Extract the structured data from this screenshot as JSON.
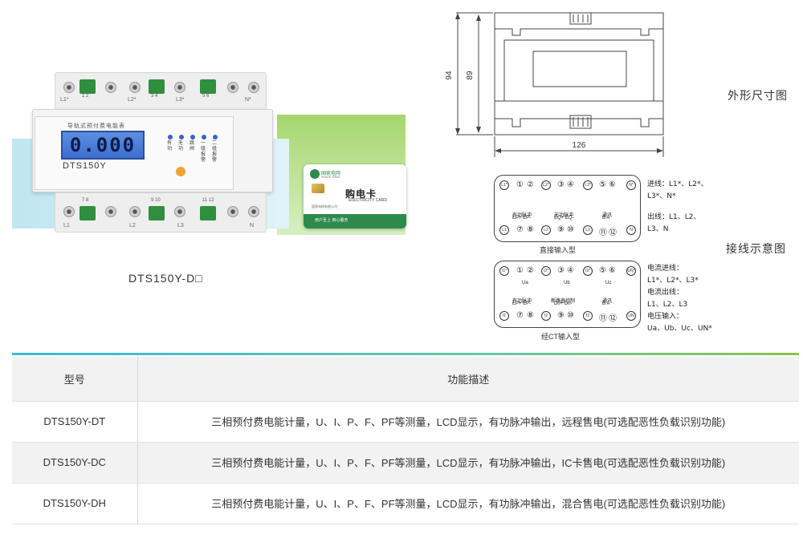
{
  "product": {
    "meter_title": "导轨式预付费电能表",
    "lcd": "0.000",
    "model_tag": "DTS150Y",
    "caption": "DTS150Y-D□",
    "top_terminals": [
      "L1*",
      "L2*",
      "L3*",
      "N*"
    ],
    "top_numbers": [
      "1 2",
      "3 4",
      "5 6"
    ],
    "bottom_terminals": [
      "L1",
      "L2",
      "L3",
      "N"
    ],
    "bottom_numbers": [
      "7 8",
      "9 10",
      "11 12"
    ],
    "leds": [
      "有功",
      "无功",
      "跳闸",
      "一级报警",
      "二级报警"
    ],
    "card": {
      "brand": "国家电网",
      "brand_en": "STATE GRID",
      "name": "购电卡",
      "name_en": "ELECTRICITY CARD",
      "small": "国家电网有限公司",
      "band": "用户至上  用心服务"
    }
  },
  "dimension": {
    "title": "外形尺寸图",
    "height_outer": "94",
    "height_inner": "89",
    "width": "126"
  },
  "wiring": {
    "title": "接线示意图",
    "direct": {
      "caption": "直接输入型",
      "top_cells": [
        "L1*",
        "①",
        "②",
        "L2*",
        "③",
        "④",
        "L3*",
        "⑤",
        "⑥",
        "N*"
      ],
      "labels": [
        {
          "top": "有功脉冲",
          "sub": "EP+ EP-"
        },
        {
          "top": "无功脉冲",
          "sub": "EQ+ EQ-"
        },
        {
          "top": "通讯",
          "sub": "B   A"
        }
      ],
      "bottom_cells": [
        "L1",
        "⑦",
        "⑧",
        "L2",
        "⑨",
        "⑩",
        "L3",
        "⑪",
        "⑫",
        "N"
      ],
      "desc": [
        "进线：L1*、L2*、",
        "L3*、N*",
        "出线：L1、L2、",
        "L3、N"
      ]
    },
    "ct": {
      "caption": "经CT输入型",
      "top_cells": [
        "I1*",
        "①",
        "②",
        "I2*",
        "③",
        "④",
        "I3*",
        "⑤",
        "⑥",
        "UN*"
      ],
      "u_labels": [
        "Ua",
        "Ub",
        "Uc"
      ],
      "labels": [
        {
          "top": "有功脉冲",
          "sub": "EP+ EP-"
        },
        {
          "top": "断路器控制",
          "sub": "D0+ D0-"
        },
        {
          "top": "通讯",
          "sub": "B   A"
        }
      ],
      "bottom_cells": [
        "I1",
        "⑦",
        "⑧",
        "I2",
        "⑨",
        "⑩",
        "I3",
        "⑪",
        "⑫",
        "UN"
      ],
      "desc": [
        "电流进线：",
        "L1*、L2*、L3*",
        "电流出线：",
        "L1、L2、L3",
        "电压输入：",
        "Ua、Ub、Uc、UN*"
      ]
    }
  },
  "table": {
    "headers": [
      "型号",
      "功能描述"
    ],
    "rows": [
      {
        "model": "DTS150Y-DT",
        "desc": "三相预付费电能计量，U、I、P、F、PF等测量，LCD显示，有功脉冲输出，远程售电(可选配恶性负载识别功能)"
      },
      {
        "model": "DTS150Y-DC",
        "desc": "三相预付费电能计量，U、I、P、F、PF等测量，LCD显示，有功脉冲输出，IC卡售电(可选配恶性负载识别功能)"
      },
      {
        "model": "DTS150Y-DH",
        "desc": "三相预付费电能计量，U、I、P、F、PF等测量，LCD显示，有功脉冲输出，混合售电(可选配恶性负载识别功能)"
      }
    ]
  }
}
